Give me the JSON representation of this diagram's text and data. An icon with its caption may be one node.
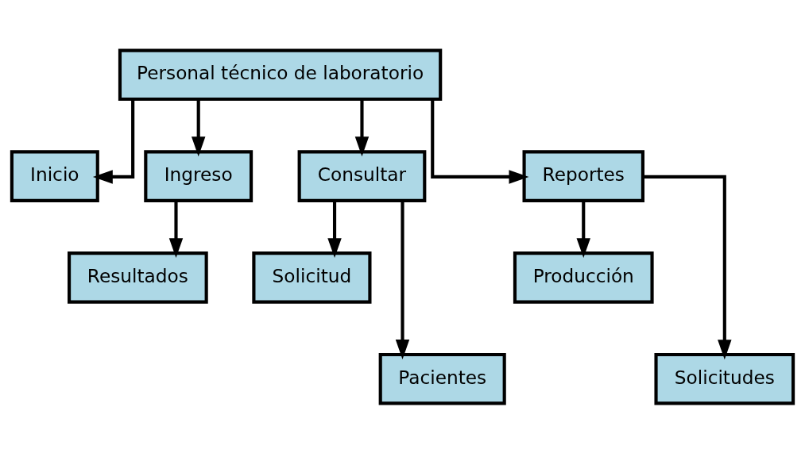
{
  "diagram": {
    "nodes": [
      {
        "text": [
          "Personal técnico de laboratorio"
        ]
      },
      {
        "text": [
          "Inicio"
        ]
      },
      {
        "text": [
          "Ingreso"
        ]
      },
      {
        "text": [
          "Consultar"
        ]
      },
      {
        "text": [
          "Reportes"
        ]
      },
      {
        "text": [
          "Resultados"
        ]
      },
      {
        "text": [
          "Solicitud"
        ]
      },
      {
        "text": [
          "Producción"
        ]
      },
      {
        "text": [
          "Pacientes"
        ]
      },
      {
        "text": [
          "Solicitudes"
        ]
      }
    ],
    "edges": [
      {
        "from": 0,
        "to": 1,
        "arrow": "to"
      },
      {
        "from": 0,
        "to": 2,
        "arrow": "to"
      },
      {
        "from": 0,
        "to": 3,
        "arrow": "to"
      },
      {
        "from": 0,
        "to": 4,
        "arrow": "to"
      },
      {
        "from": 2,
        "to": 5,
        "arrow": "to"
      },
      {
        "from": 3,
        "to": 6,
        "arrow": "to"
      },
      {
        "from": 3,
        "to": 8,
        "arrow": "to"
      },
      {
        "from": 4,
        "to": 7,
        "arrow": "to"
      },
      {
        "from": 4,
        "to": 9,
        "arrow": "to"
      }
    ]
  }
}
